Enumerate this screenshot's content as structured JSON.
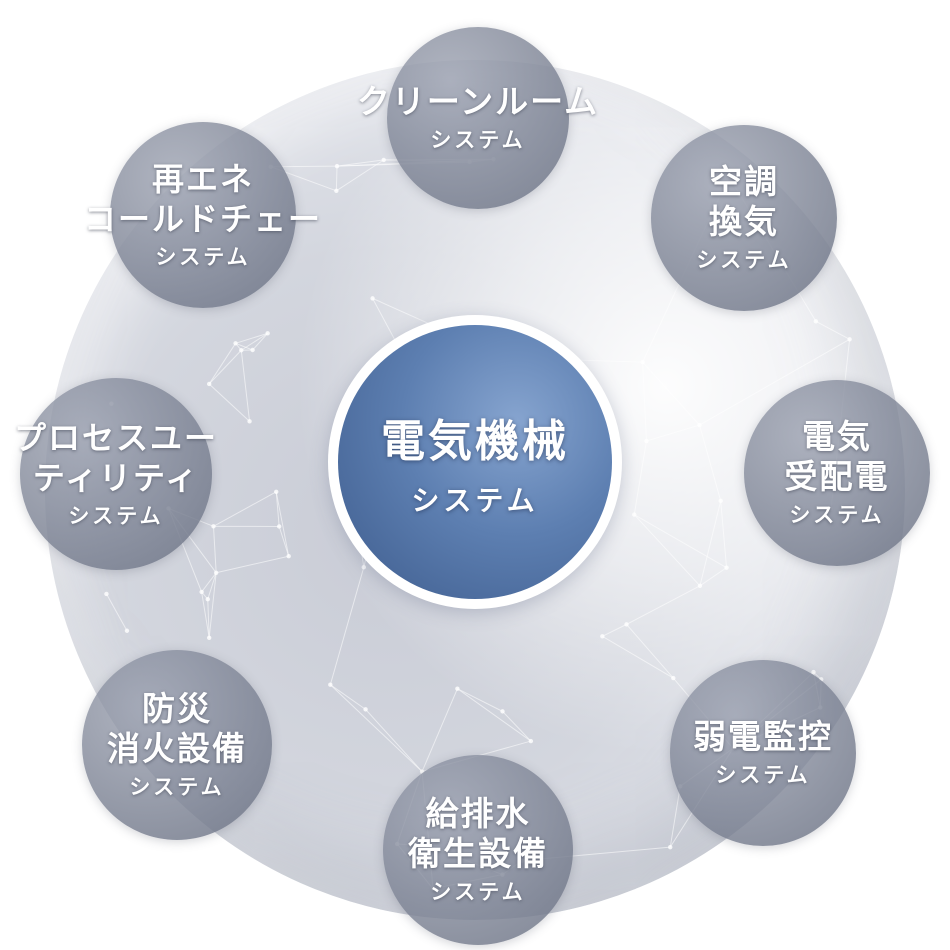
{
  "center": {
    "title": "電気機械",
    "subtitle": "システム"
  },
  "systems": [
    {
      "id": "clean-room",
      "title": "クリーンルーム",
      "subtitle": "システム"
    },
    {
      "id": "hvac",
      "title": "空調\n換気",
      "subtitle": "システム"
    },
    {
      "id": "power",
      "title": "電気\n受配電",
      "subtitle": "システム"
    },
    {
      "id": "weak-current",
      "title": "弱電監控",
      "subtitle": "システム"
    },
    {
      "id": "plumbing",
      "title": "給排水\n衛生設備",
      "subtitle": "システム"
    },
    {
      "id": "fire",
      "title": "防災\n消火設備",
      "subtitle": "システム"
    },
    {
      "id": "process-utility",
      "title": "プロセスユー\nティリティ",
      "subtitle": "システム"
    },
    {
      "id": "renewable-cold-chain",
      "title": "再エネ\nコールドチェー",
      "subtitle": "システム"
    }
  ],
  "colors": {
    "center_fill": "#4f6fa3",
    "node_fill": "#7a8094",
    "globe": "#d3d6de"
  }
}
